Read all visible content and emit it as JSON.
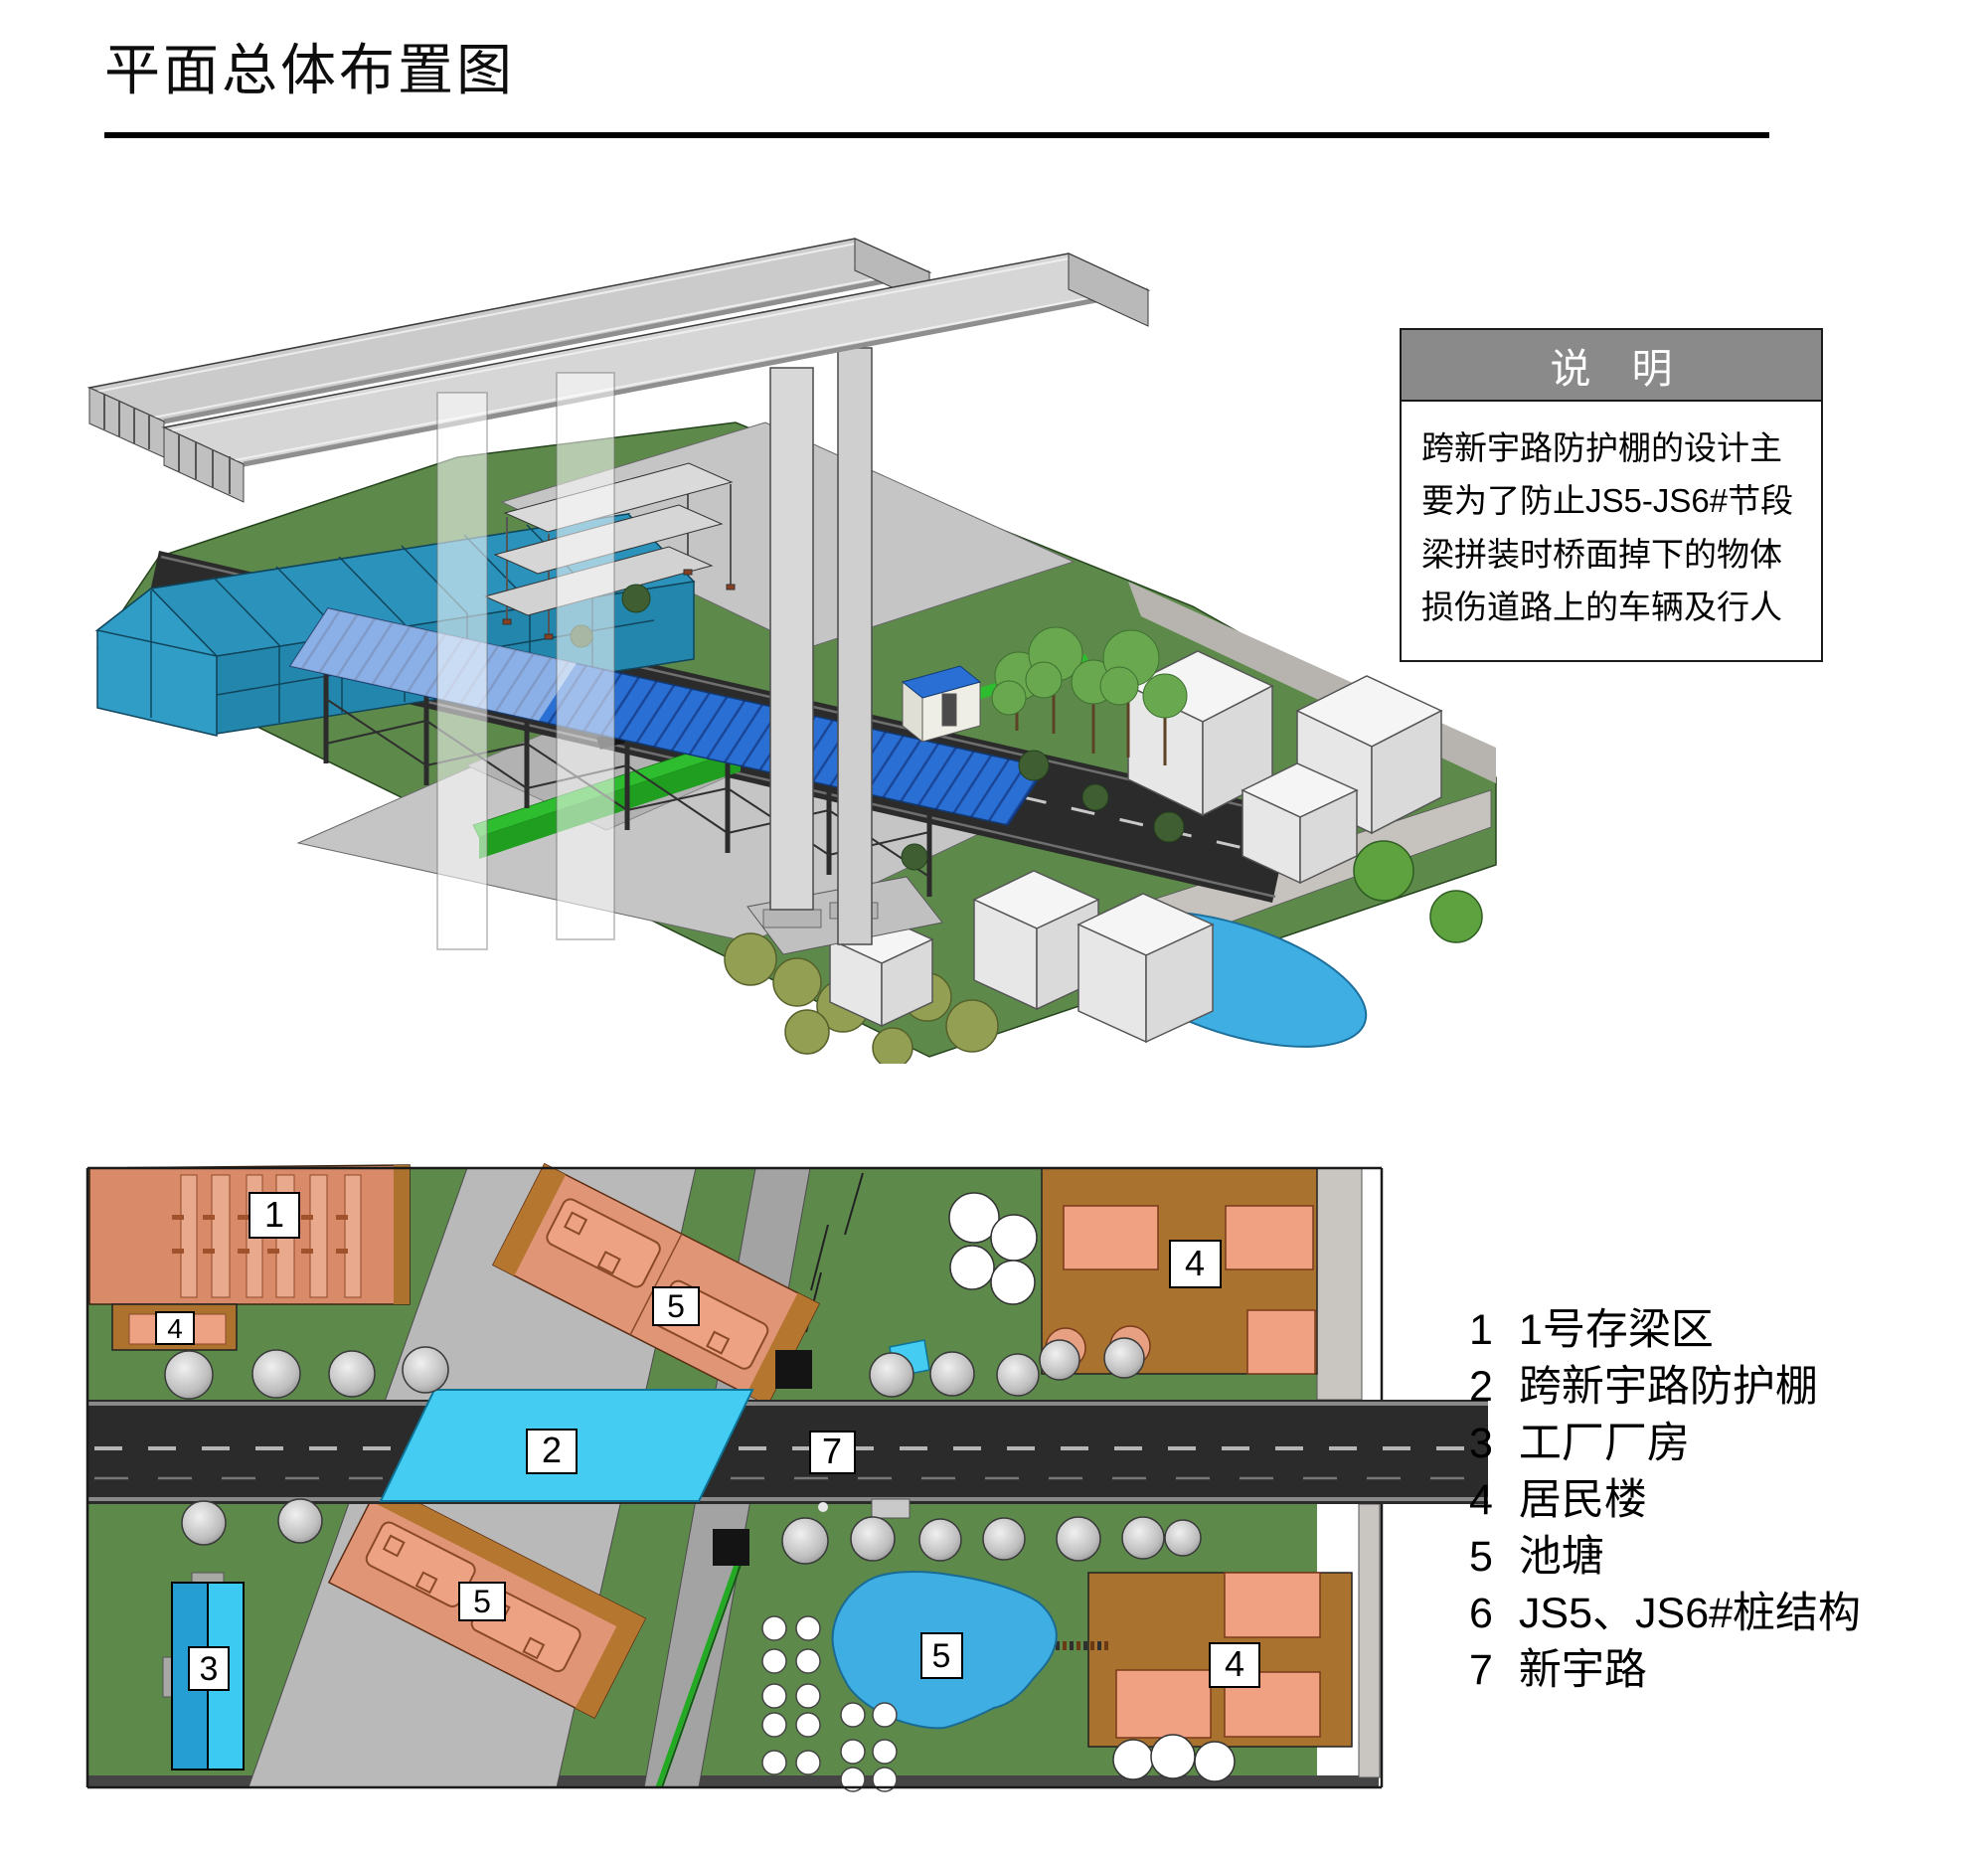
{
  "page": {
    "title": "平面总体布置图"
  },
  "note_box": {
    "header": "说　明",
    "body": "跨新宇路防护棚的设计主要为了防止JS5-JS6#节段梁拼装时桥面掉下的物体损伤道路上的车辆及行人"
  },
  "legend": [
    {
      "num": "1",
      "label": "1号存梁区"
    },
    {
      "num": "2",
      "label": "跨新宇路防护棚"
    },
    {
      "num": "3",
      "label": "工厂厂房"
    },
    {
      "num": "4",
      "label": "居民楼"
    },
    {
      "num": "5",
      "label": "池塘"
    },
    {
      "num": "6",
      "label": "JS5、JS6#桩结构"
    },
    {
      "num": "7",
      "label": "新宇路"
    }
  ],
  "plan": {
    "markers": {
      "area1": "1",
      "area4_small": "4",
      "trucks_upper": "5",
      "shed": "2",
      "road": "7",
      "residential_tr": "4",
      "factory": "3",
      "trucks_lower": "5",
      "pond": "5",
      "residential_br": "4"
    }
  },
  "colors": {
    "ground_green": "#5d8a4a",
    "road_asphalt": "#2b2b2b",
    "shed_plan_cyan": "#45ccf2",
    "shed_roof_blue": "#2a6fd4",
    "pond_blue": "#3faee2",
    "residential_brown": "#a9722f",
    "building_salmon": "#e19577",
    "storage_salmon": "#d98a68",
    "barrier_green": "#2ebd2e"
  }
}
